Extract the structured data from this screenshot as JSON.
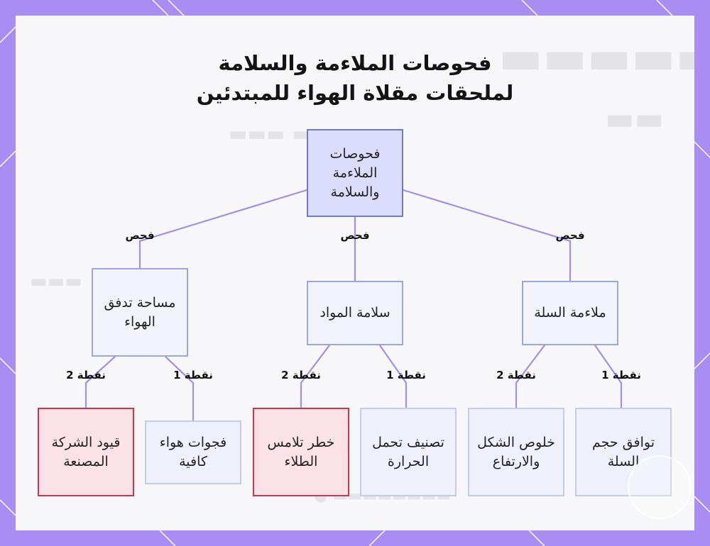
{
  "title": {
    "line1": "فحوصات الملاءمة والسلامة",
    "line2": "لملحقات مقلاة الهواء للمبتدئين"
  },
  "root": "فحوصات الملاءمة والسلامة",
  "branches": [
    {
      "edge_label": "فحص",
      "label": "ملاءمة السلة",
      "points": [
        {
          "edge_label": "نقطة 1",
          "label": "توافق حجم السلة",
          "risk": false
        },
        {
          "edge_label": "نقطة 2",
          "label": "خلوص الشكل والارتفاع",
          "risk": false
        }
      ]
    },
    {
      "edge_label": "فحص",
      "label": "سلامة المواد",
      "points": [
        {
          "edge_label": "نقطة 1",
          "label": "تصنيف تحمل الحرارة",
          "risk": false
        },
        {
          "edge_label": "نقطة 2",
          "label": "خطر تلامس الطلاء",
          "risk": true
        }
      ]
    },
    {
      "edge_label": "فحص",
      "label": "مساحة تدفق الهواء",
      "points": [
        {
          "edge_label": "نقطة 1",
          "label": "فجوات هواء كافية",
          "risk": false
        },
        {
          "edge_label": "نقطة 2",
          "label": "قيود الشركة المصنعة",
          "risk": true
        }
      ]
    }
  ],
  "colors": {
    "background": "#a98df2",
    "panel": "#f7f7f9",
    "connector": "#a48ee6",
    "root_fill": "#dcdcfc",
    "root_border": "#6f7ac9",
    "risk_fill": "#fbe2e6",
    "risk_border": "#c8374f"
  }
}
